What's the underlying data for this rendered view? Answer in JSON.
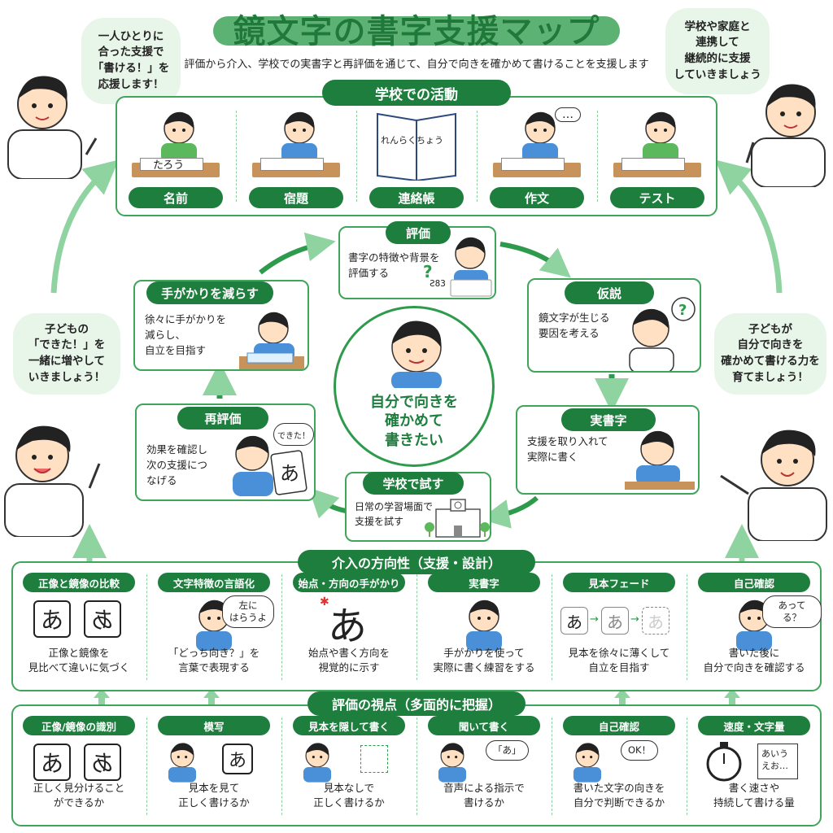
{
  "title": "鏡文字の書字支援マップ",
  "subtitle": "評価から介入、学校での実書字と再評価を通じて、自分で向きを確かめて書けることを支援します",
  "bubbles": {
    "top_left": "一人ひとりに\n合った支援で\n「書ける！」を\n応援します！",
    "top_right": "学校や家庭と\n連携して\n継続的に支援\nしていきましょう",
    "mid_left": "子どもの\n「できた！」を\n一緒に増やして\nいきましょう！",
    "mid_right": "子どもが\n自分で向きを\n確かめて書ける力を\n育てましょう！"
  },
  "school": {
    "header": "学校での活動",
    "items": [
      {
        "label": "名前",
        "note": "たろう"
      },
      {
        "label": "宿題"
      },
      {
        "label": "連絡帳",
        "note": "れんらくちょう"
      },
      {
        "label": "作文",
        "note": "…"
      },
      {
        "label": "テスト"
      }
    ]
  },
  "cycle": {
    "center": "自分で向きを\n確かめて\n書きたい",
    "steps": {
      "eval": {
        "title": "評価",
        "text": "書字の特徴や背景を\n評価する",
        "note": "Ƨ83"
      },
      "hypo": {
        "title": "仮説",
        "text": "鏡文字が生じる\n要因を考える"
      },
      "real": {
        "title": "実書字",
        "text": "支援を取り入れて\n実際に書く"
      },
      "school": {
        "title": "学校で試す",
        "text": "日常の学習場面で\n支援を試す"
      },
      "reeval": {
        "title": "再評価",
        "text": "効果を確認し\n次の支援につ\nなげる",
        "speech": "できた！",
        "card": "あ"
      },
      "fade": {
        "title": "手がかりを減らす",
        "text": "徐々に手がかりを\n減らし、\n自立を目指す"
      }
    }
  },
  "intervention": {
    "header": "介入の方向性（支援・設計）",
    "items": [
      {
        "title": "正像と鏡像の比較",
        "text": "正像と鏡像を\n見比べて違いに気づく",
        "glyphs": [
          "あ",
          "あ"
        ]
      },
      {
        "title": "文字特徴の言語化",
        "text": "「どっち向き？」を\n言葉で表現する",
        "speech": "左に\nはらうよ"
      },
      {
        "title": "始点・方向の手がかり",
        "text": "始点や書く方向を\n視覚的に示す",
        "glyph": "あ"
      },
      {
        "title": "実書字",
        "text": "手がかりを使って\n実際に書く練習をする"
      },
      {
        "title": "見本フェード",
        "text": "見本を徐々に薄くして\n自立を目指す",
        "glyphs": [
          "あ",
          "あ",
          "あ"
        ]
      },
      {
        "title": "自己確認",
        "text": "書いた後に\n自分で向きを確認する",
        "speech": "あってる？"
      }
    ]
  },
  "assessment": {
    "header": "評価の視点（多面的に把握）",
    "items": [
      {
        "title": "正像/鏡像の識別",
        "text": "正しく見分けること\nができるか",
        "glyphs": [
          "あ",
          "あ"
        ]
      },
      {
        "title": "模写",
        "text": "見本を見て\n正しく書けるか",
        "glyph": "あ"
      },
      {
        "title": "見本を隠して書く",
        "text": "見本なしで\n正しく書けるか"
      },
      {
        "title": "聞いて書く",
        "text": "音声による指示で\n書けるか",
        "speech": "「あ」"
      },
      {
        "title": "自己確認",
        "text": "書いた文字の向きを\n自分で判断できるか",
        "speech": "OK！"
      },
      {
        "title": "速度・文字量",
        "text": "書く速さや\n持続して書ける量",
        "note": "あいう\nえお…"
      }
    ]
  },
  "colors": {
    "accent": "#1e7e3e",
    "light": "#e8f5e9",
    "border": "#3fa55a",
    "arrow": "#2e9a4c"
  }
}
